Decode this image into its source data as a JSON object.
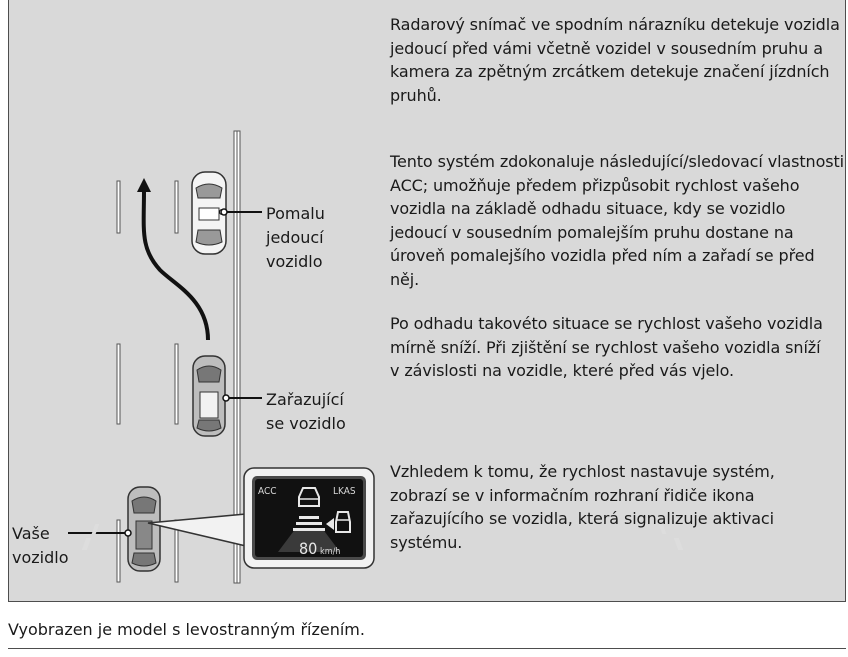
{
  "paragraphs": {
    "detection": "Radarový snímač ve spodním nárazníku detekuje vozidla jedoucí před vámi včetně vozidel v sousedním pruhu a kamera za zpětným zrcátkem detekuje značení jízdních pruhů.",
    "improvement": "Tento systém zdokonaluje následující/sledovací vlastnosti ACC; umožňuje předem přizpůsobit rychlost vašeho vozidla na základě odhadu situace, kdy se vozidlo jedoucí v sousedním pomalejším pruhu dostane na úroveň pomalejšího vozidla před ním a zařadí se před něj.",
    "estimation": "Po odhadu takovéto situace se rychlost vašeho vozidla mírně sníží. Při zjištění se rychlost vašeho vozidla sníží v závislosti na vozidle, které před vás vjelo.",
    "display": "Vzhledem k tomu, že rychlost nastavuje systém, zobrazí se v informačním rozhraní řidiče ikona zařazujícího se vozidla, která signalizuje aktivaci systému."
  },
  "labels": {
    "slow_vehicle": [
      "Pomalu",
      "jedoucí",
      "vozidlo"
    ],
    "merging_vehicle": [
      "Zařazující",
      "se vozidlo"
    ],
    "your_vehicle": [
      "Vaše",
      "vozidlo"
    ]
  },
  "display_screen": {
    "acc": "ACC",
    "lkas": "LKAS",
    "speed": "80",
    "unit": "km/h"
  },
  "caption": "Vyobrazen je model s levostranným řízením.",
  "colors": {
    "panel_background": "#d9d9d9",
    "display_background": "#111111",
    "display_frame": "#4a4a4a"
  }
}
